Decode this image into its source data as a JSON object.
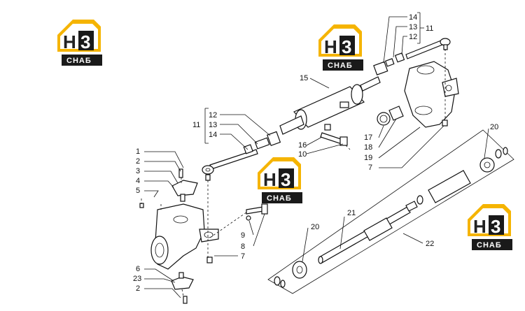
{
  "logo": {
    "letter": "H",
    "digit": "3",
    "caption": "СНАБ",
    "accent_color": "#f5b400",
    "dark_color": "#1a1a1a"
  },
  "callouts": {
    "l1": "1",
    "l2a": "2",
    "l3": "3",
    "l4": "4",
    "l5": "5",
    "l6": "6",
    "l23": "23",
    "l2b": "2",
    "l11a": "11",
    "l12a": "12",
    "l13a": "13",
    "l14a": "14",
    "l16": "16",
    "l10": "10",
    "l9": "9",
    "l8": "8",
    "l7a": "7",
    "l15": "15",
    "l14b": "14",
    "l13b": "13",
    "l12b": "12",
    "l11b": "11",
    "l17": "17",
    "l18": "18",
    "l19": "19",
    "l7b": "7",
    "l20a": "20",
    "l21": "21",
    "l20b": "20",
    "l22": "22"
  }
}
